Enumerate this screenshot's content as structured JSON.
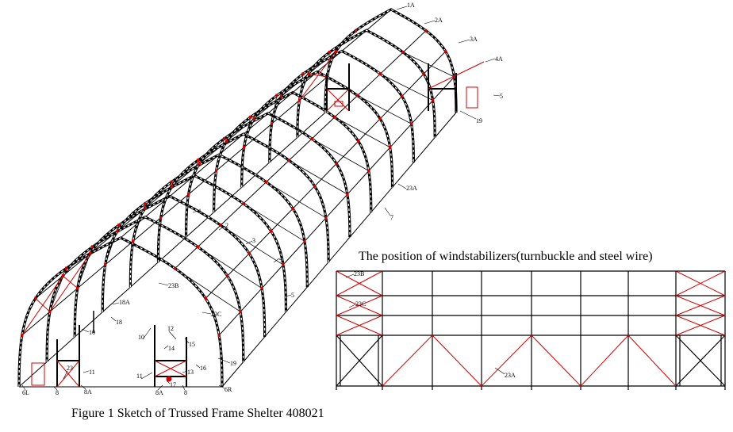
{
  "caption": "Figure 1  Sketch of Trussed Frame Shelter 408021",
  "elevation_title": "The position of windstabilizers(turnbuckle and steel wire)",
  "colors": {
    "frame": "#000000",
    "brace": "#d40000",
    "background": "#ffffff"
  },
  "shelter_labels": {
    "l1A": "1A",
    "l2A": "2A",
    "l3A": "3A",
    "l4A": "4A",
    "l5top": "5",
    "l19top": "19",
    "l23Atop": "23A",
    "l7": "7",
    "l1": "1",
    "l2": "2",
    "l3": "3",
    "l4": "4",
    "l5": "5",
    "l23B": "23B",
    "l23C": "23C",
    "l18A": "18A",
    "l18": "18",
    "l10a": "10",
    "l10b": "10",
    "l12": "12",
    "l14": "14",
    "l15": "15",
    "l11a": "11",
    "l11b": "11",
    "l13": "13",
    "l16": "16",
    "l17": "17",
    "l23": "23",
    "l19": "19",
    "l6L": "6L",
    "l8a": "8",
    "l8A": "8A",
    "l8Ab": "8A",
    "l8b": "8",
    "l6R": "6R"
  },
  "elevation_labels": {
    "e23B": "23B",
    "e23C": "23C",
    "e23A": "23A"
  }
}
